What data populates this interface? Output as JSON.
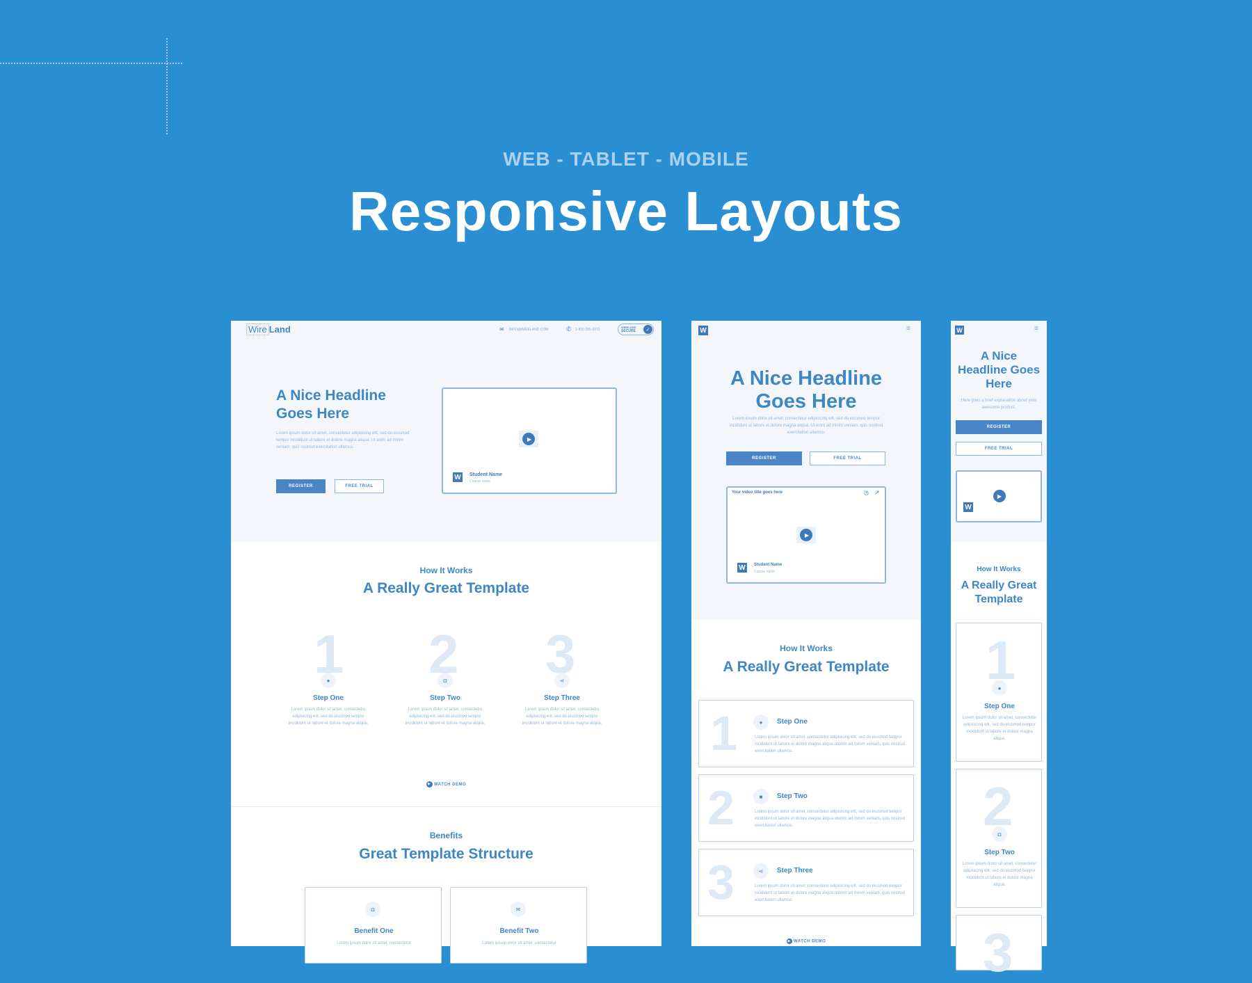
{
  "header": {
    "eyebrow": "WEB - TABLET - MOBILE",
    "title": "Responsive Layouts"
  },
  "web": {
    "logo_wire": "Wire",
    "logo_land": "Land",
    "email": "INFO@WIRELAND.COM",
    "phone": "1-800-385-9372",
    "secure_line1": "WIRELAND",
    "secure_line2": "SECURE",
    "hero": {
      "headline": "A Nice Headline Goes Here",
      "body": "Lorem ipsum dolor sit amet, consectetur adipisicing elit, sed do eiusmod tempor incididunt ut labore et dolore magna aliqua. Ut enim ad minim veniam, quis nostrud exercitation ullamco.",
      "register": "REGISTER",
      "free_trial": "FREE TRIAL",
      "student_name": "Student Name",
      "course_name": "Course name"
    },
    "how": {
      "eyebrow": "How It Works",
      "title": "A Really Great Template",
      "steps": [
        {
          "num": "1",
          "title": "Step One",
          "body": "Lorem ipsum dolor sit amet, consectetur adipisicing elit, sed do eiusmod tempor incididunt ut labore et dolore magna aliqua."
        },
        {
          "num": "2",
          "title": "Step Two",
          "body": "Lorem ipsum dolor sit amet, consectetur adipisicing elit, sed do eiusmod tempor incididunt ut labore et dolore magna aliqua."
        },
        {
          "num": "3",
          "title": "Step Three",
          "body": "Lorem ipsum dolor sit amet, consectetur adipisicing elit, sed do eiusmod tempor incididunt ut labore et dolore magna aliqua."
        }
      ],
      "watch_demo": "WATCH DEMO"
    },
    "benefits": {
      "eyebrow": "Benefits",
      "title": "Great Template Structure",
      "items": [
        {
          "title": "Benefit One"
        },
        {
          "title": "Benefit Two"
        }
      ],
      "body": "Lorem ipsum dolor sit amet, consectetur"
    }
  },
  "tablet": {
    "logo": "W",
    "hero": {
      "headline": "A Nice Headline Goes Here",
      "body": "Lorem ipsum dolor sit amet, consectetur adipisicing elit, sed do eiusmod tempor incididunt ut labore et dolore magna aliqua. Ut enim ad minim veniam, quis nostrud exercitation ullamco.",
      "register": "REGISTER",
      "free_trial": "FREE TRIAL",
      "video_title": "Your video title goes here",
      "student_name": "Student Name",
      "course_name": "Course name"
    },
    "how": {
      "eyebrow": "How It Works",
      "title": "A Really Great Template",
      "steps": [
        {
          "num": "1",
          "title": "Step One",
          "body": "Lorem ipsum dolor sit amet, consectetur adipisicing elit, sed do eiusmod tempor incididunt ut labore et dolore magna aliqua utenim ad minim veniam, quis nostrud exercitation ullamco."
        },
        {
          "num": "2",
          "title": "Step Two",
          "body": "Lorem ipsum dolor sit amet, consectetur adipisicing elit, sed do eiusmod tempor incididunt ut labore et dolore magna aliqua utenim ad minim veniam, quis nostrud exercitation ullamco."
        },
        {
          "num": "3",
          "title": "Step Three",
          "body": "Lorem ipsum dolor sit amet, consectetur adipisicing elit, sed do eiusmod tempor incididunt ut labore et dolore magna aliqua utenim ad minim veniam, quis nostrud exercitation ullamco."
        }
      ],
      "watch_demo": "WATCH DEMO"
    }
  },
  "mobile": {
    "logo": "W",
    "hero": {
      "headline": "A Nice Headline Goes Here",
      "body": "Here goes a brief explanation about your awesome product.",
      "register": "REGISTER",
      "free_trial": "FREE TRIAL"
    },
    "how": {
      "eyebrow": "How It Works",
      "title": "A Really Great Template",
      "steps": [
        {
          "num": "1",
          "title": "Step One",
          "body": "Lorem ipsum dolor sit amet, consectetur adipisicing elit, sed do eiusmod tempor incididunt ut labore et dolore magna aliqua."
        },
        {
          "num": "2",
          "title": "Step Two",
          "body": "Lorem ipsum dolor sit amet, consectetur adipisicing elit, sed do eiusmod tempor incididunt ut labore et dolore magna aliqua."
        },
        {
          "num": "3"
        }
      ]
    }
  }
}
